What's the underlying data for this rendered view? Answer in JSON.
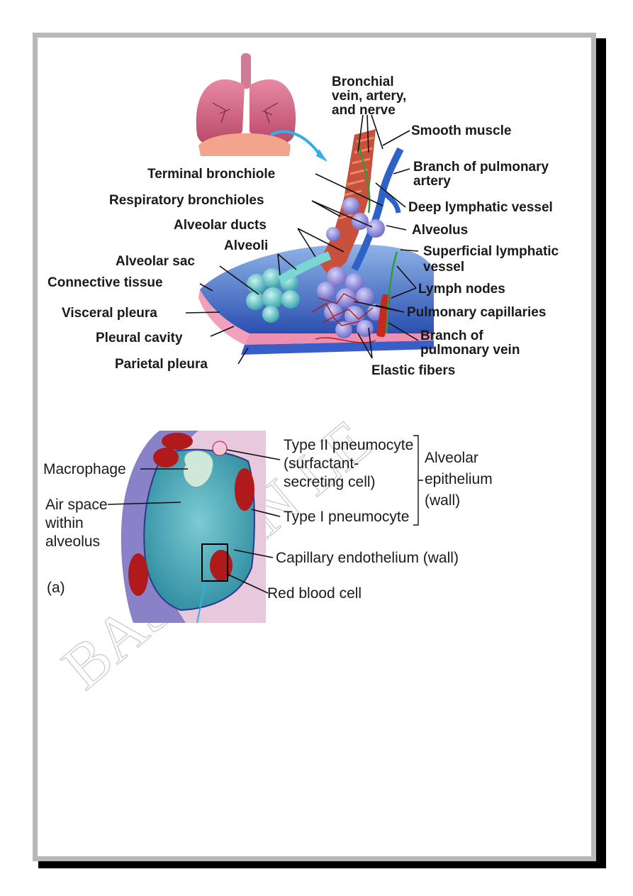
{
  "watermark": "BASAVAN LE",
  "figure_a": {
    "labels": {
      "bronchial": [
        "Bronchial",
        "vein, artery,",
        "and nerve"
      ],
      "smooth_muscle": "Smooth muscle",
      "branch_pulmonary_artery": [
        "Branch of pulmonary",
        "artery"
      ],
      "terminal_bronchiole": "Terminal bronchiole",
      "respiratory_bronchioles": "Respiratory bronchioles",
      "deep_lymphatic_vessel": "Deep lymphatic vessel",
      "alveolar_ducts": "Alveolar ducts",
      "alveolus": "Alveolus",
      "alveoli": "Alveoli",
      "superficial_lymphatic_vessel": [
        "Superficial lymphatic",
        "vessel"
      ],
      "alveolar_sac": "Alveolar sac",
      "connective_tissue": "Connective tissue",
      "lymph_nodes": "Lymph nodes",
      "visceral_pleura": "Visceral pleura",
      "pulmonary_capillaries": "Pulmonary capillaries",
      "pleural_cavity": "Pleural cavity",
      "branch_pulmonary_vein": [
        "Branch of",
        "pulmonary vein"
      ],
      "parietal_pleura": "Parietal pleura",
      "elastic_fibers": "Elastic fibers"
    }
  },
  "figure_b": {
    "labels": {
      "type2": [
        "Type II pneumocyte",
        "(surfactant-",
        "secreting cell)"
      ],
      "alveolar_epithelium": [
        "Alveolar",
        "epithelium",
        "(wall)"
      ],
      "macrophage": "Macrophage",
      "air_space": [
        "Air space",
        "within",
        "alveolus"
      ],
      "type1": "Type I pneumocyte",
      "capillary_endothelium": "Capillary endothelium (wall)",
      "panel": "(a)",
      "red_blood_cell": "Red blood cell"
    }
  },
  "colors": {
    "lung": "#d86a8a",
    "bronchiole": "#c9503c",
    "artery": "#2f62c8",
    "alveolus": "#8a86d6",
    "sac": "#5bc6c6",
    "pleura": "#3a5ec8",
    "lymph": "#2e9a3a",
    "rbc": "#b01a1a",
    "airspace": "#4aa8b6"
  }
}
